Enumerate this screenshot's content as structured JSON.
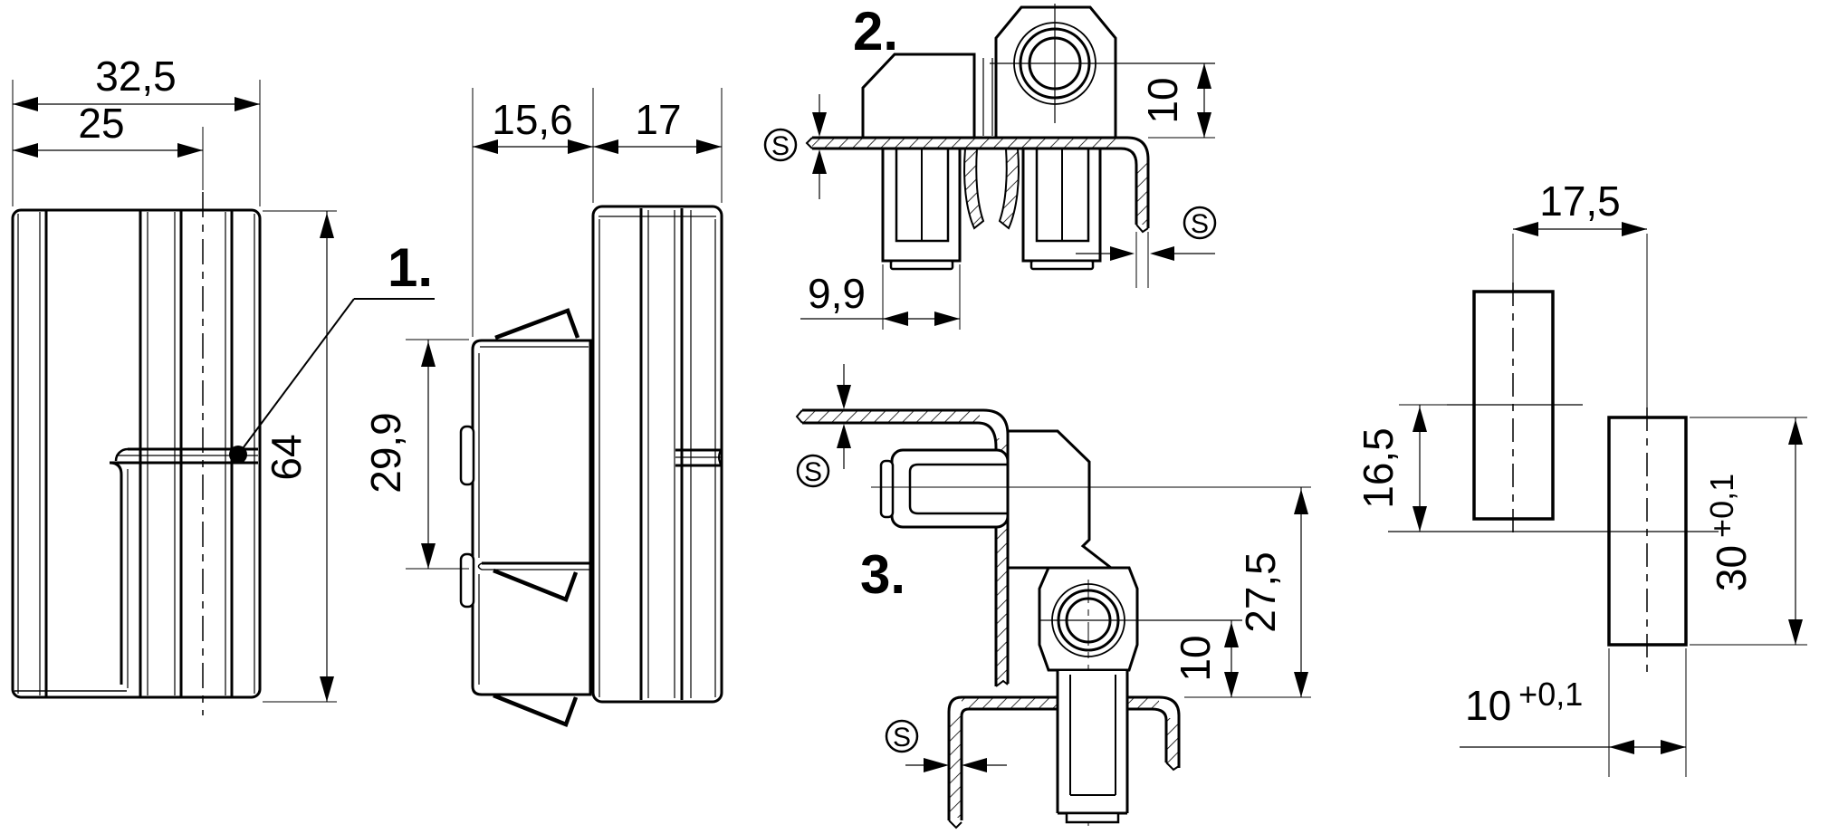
{
  "drawing": {
    "colors": {
      "background": "#ffffff",
      "line": "#000000"
    },
    "callouts": {
      "c1": "1.",
      "c2": "2.",
      "c3": "3."
    },
    "symbols": {
      "sheet_thickness": "S"
    },
    "front_view": {
      "dim_width_outer": "32,5",
      "dim_width_pin": "25",
      "dim_height": "64"
    },
    "side_view": {
      "dim_depth_clip": "15,6",
      "dim_depth_leaf": "17",
      "dim_clip_height": "29,9"
    },
    "detail2": {
      "dim_boss_height": "10",
      "dim_leg_width": "9,9"
    },
    "detail3": {
      "dim_total_height": "27,5",
      "dim_boss_height": "10"
    },
    "cutout_view": {
      "dim_pitch_x": "17,5",
      "dim_pitch_y": "16,5",
      "dim_cutout_height": "30",
      "dim_cutout_height_tol": "+0,1",
      "dim_cutout_width": "10",
      "dim_cutout_width_tol": "+0,1"
    }
  }
}
